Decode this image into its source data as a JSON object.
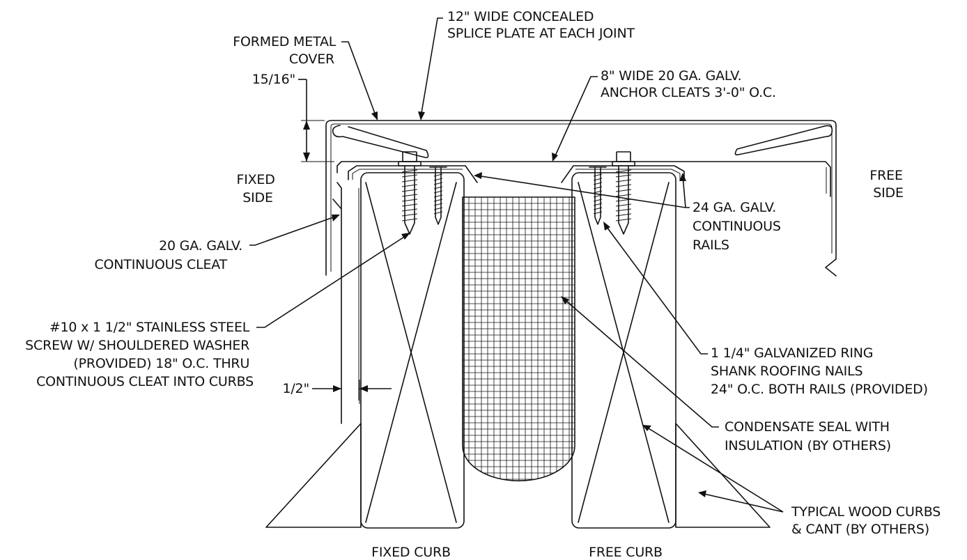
{
  "diagram": {
    "labels": {
      "splice_plate": [
        "12\" WIDE CONCEALED",
        "SPLICE PLATE AT EACH JOINT"
      ],
      "formed_cover": [
        "FORMED METAL",
        "COVER"
      ],
      "dim_cover": "15/16\"",
      "anchor_cleats": [
        "8\" WIDE 20 GA. GALV.",
        "ANCHOR CLEATS 3'-0\" O.C."
      ],
      "fixed_side": [
        "FIXED",
        "SIDE"
      ],
      "free_side": [
        "FREE",
        "SIDE"
      ],
      "rails": [
        "24 GA. GALV.",
        "CONTINUOUS",
        "RAILS"
      ],
      "continuous_cleat": [
        "20 GA. GALV.",
        "CONTINUOUS CLEAT"
      ],
      "screw": [
        "#10 x 1 1/2\" STAINLESS STEEL",
        "SCREW W/ SHOULDERED WASHER",
        "(PROVIDED) 18\" O.C. THRU",
        "CONTINUOUS CLEAT INTO CURBS"
      ],
      "nails": [
        "1 1/4\" GALVANIZED RING",
        "SHANK ROOFING NAILS",
        "24\" O.C. BOTH RAILS (PROVIDED)"
      ],
      "dim_gap": "1/2\"",
      "condensate_seal": [
        "CONDENSATE SEAL WITH",
        "INSULATION (BY OTHERS)"
      ],
      "wood_curbs": [
        "TYPICAL WOOD CURBS",
        "& CANT (BY OTHERS)"
      ],
      "fixed_curb": "FIXED CURB",
      "free_curb": "FREE CURB"
    }
  }
}
